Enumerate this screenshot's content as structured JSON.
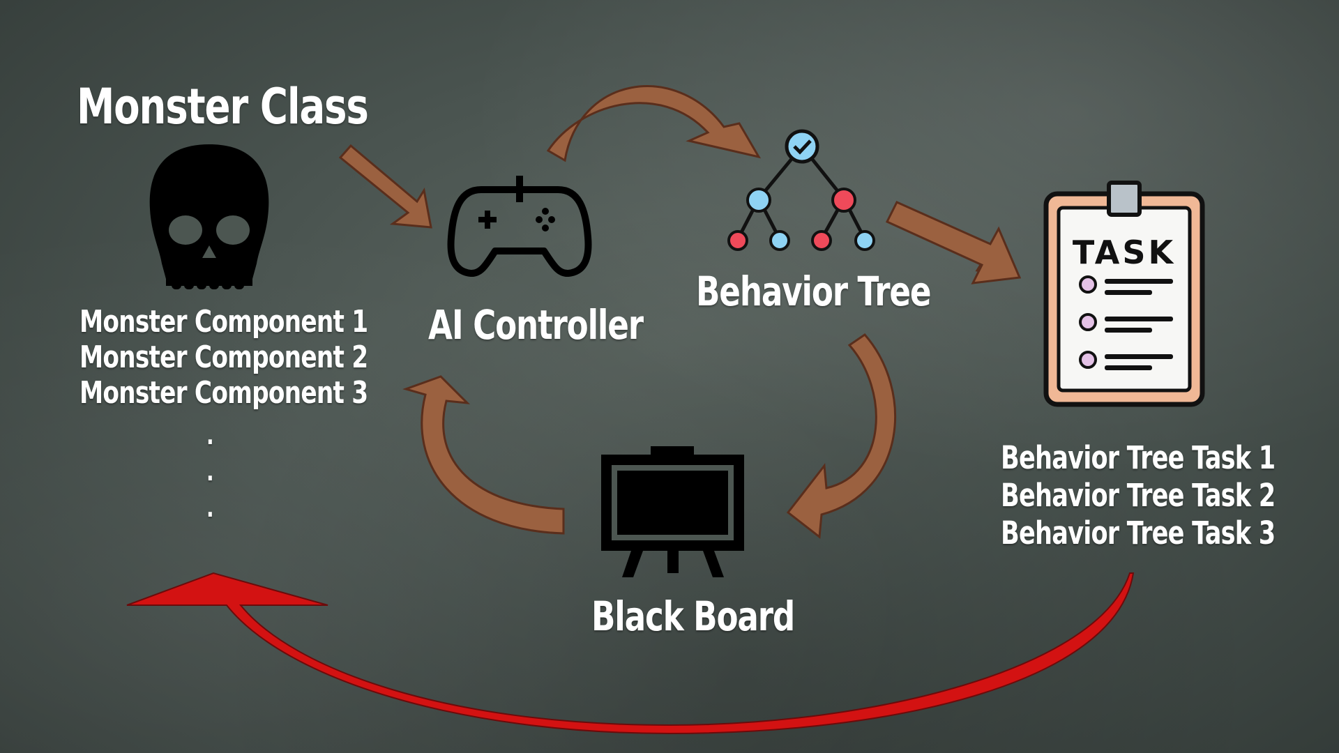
{
  "title": "Monster Class",
  "nodes": {
    "monster": {
      "components": [
        "Monster Component 1",
        "Monster Component 2",
        "Monster Component 3"
      ],
      "ellipsis": [
        ".",
        ".",
        "."
      ]
    },
    "ai_controller": {
      "label": "AI Controller"
    },
    "behavior_tree": {
      "label": "Behavior Tree"
    },
    "black_board": {
      "label": "Black Board"
    },
    "task": {
      "icon_text": "TASK",
      "items": [
        "Behavior Tree Task 1",
        "Behavior Tree Task 2",
        "Behavior Tree Task 3"
      ]
    }
  },
  "icons": {
    "monster": "skull-icon",
    "ai_controller": "gamepad-icon",
    "behavior_tree": "tree-icon",
    "black_board": "blackboard-icon",
    "task": "clipboard-icon"
  },
  "colors": {
    "background": "#4a5450",
    "arrow_brown": "#9b6140",
    "arrow_outline": "#5a2e1c",
    "arrow_red": "#d31212",
    "text": "#ffffff",
    "node_blue": "#8fd3f4",
    "node_red": "#ef4a5a",
    "clipboard_frame": "#f0b896"
  }
}
